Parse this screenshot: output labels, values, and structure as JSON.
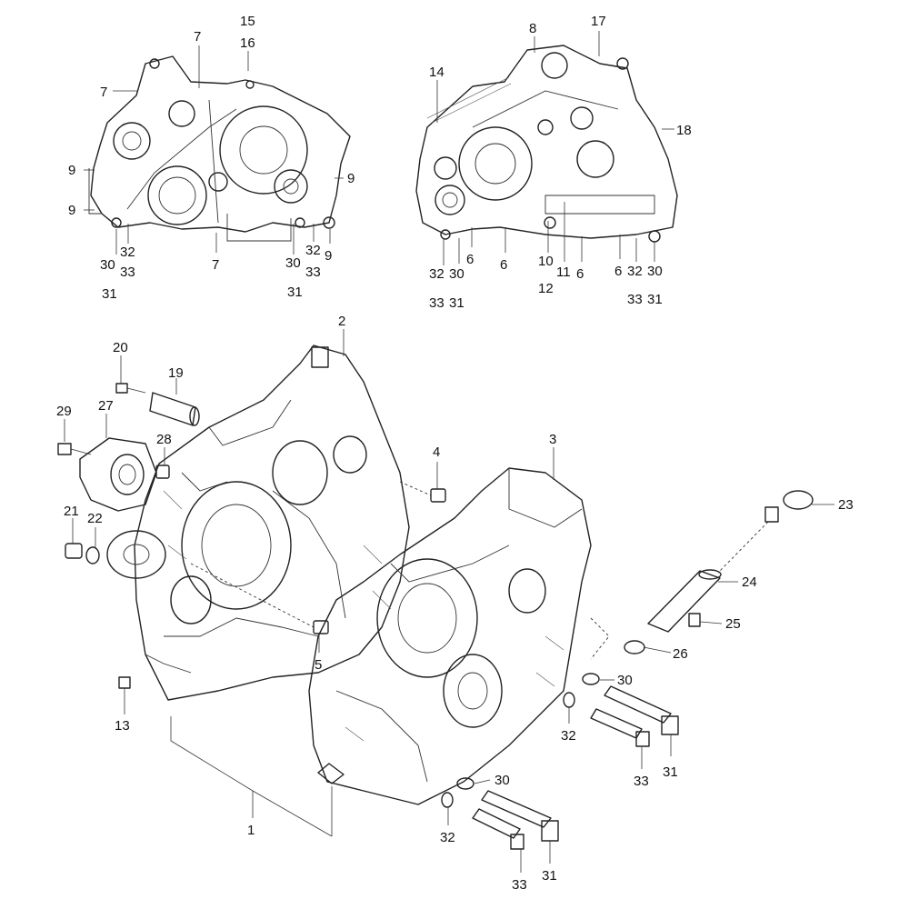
{
  "diagram": {
    "callouts": {
      "c15": "15",
      "c16": "16",
      "c7a": "7",
      "c7b": "7",
      "c7c": "7",
      "c9a": "9",
      "c9b": "9",
      "c9c": "9",
      "c9d": "9",
      "c32a": "32",
      "c33a": "33",
      "c30a": "30",
      "c31a": "31",
      "c32b": "32",
      "c33b": "33",
      "c30b": "30",
      "c31b": "31",
      "c8": "8",
      "c17": "17",
      "c14": "14",
      "c18": "18",
      "c6a": "6",
      "c6b": "6",
      "c6c": "6",
      "c6d": "6",
      "c10": "10",
      "c11": "11",
      "c12": "12",
      "c32c": "32",
      "c30c": "30",
      "c33c": "33",
      "c31c": "31",
      "c32d": "32",
      "c30d": "30",
      "c33d": "33",
      "c31d": "31",
      "c2": "2",
      "c20": "20",
      "c19": "19",
      "c29": "29",
      "c27": "27",
      "c28": "28",
      "c4": "4",
      "c3": "3",
      "c21": "21",
      "c22": "22",
      "c23": "23",
      "c24": "24",
      "c25": "25",
      "c26": "26",
      "c5": "5",
      "c30e": "30",
      "c13": "13",
      "c32e": "32",
      "c33e": "33",
      "c31e": "31",
      "c30f": "30",
      "c1": "1",
      "c32f": "32",
      "c33f": "33",
      "c31f": "31"
    }
  }
}
